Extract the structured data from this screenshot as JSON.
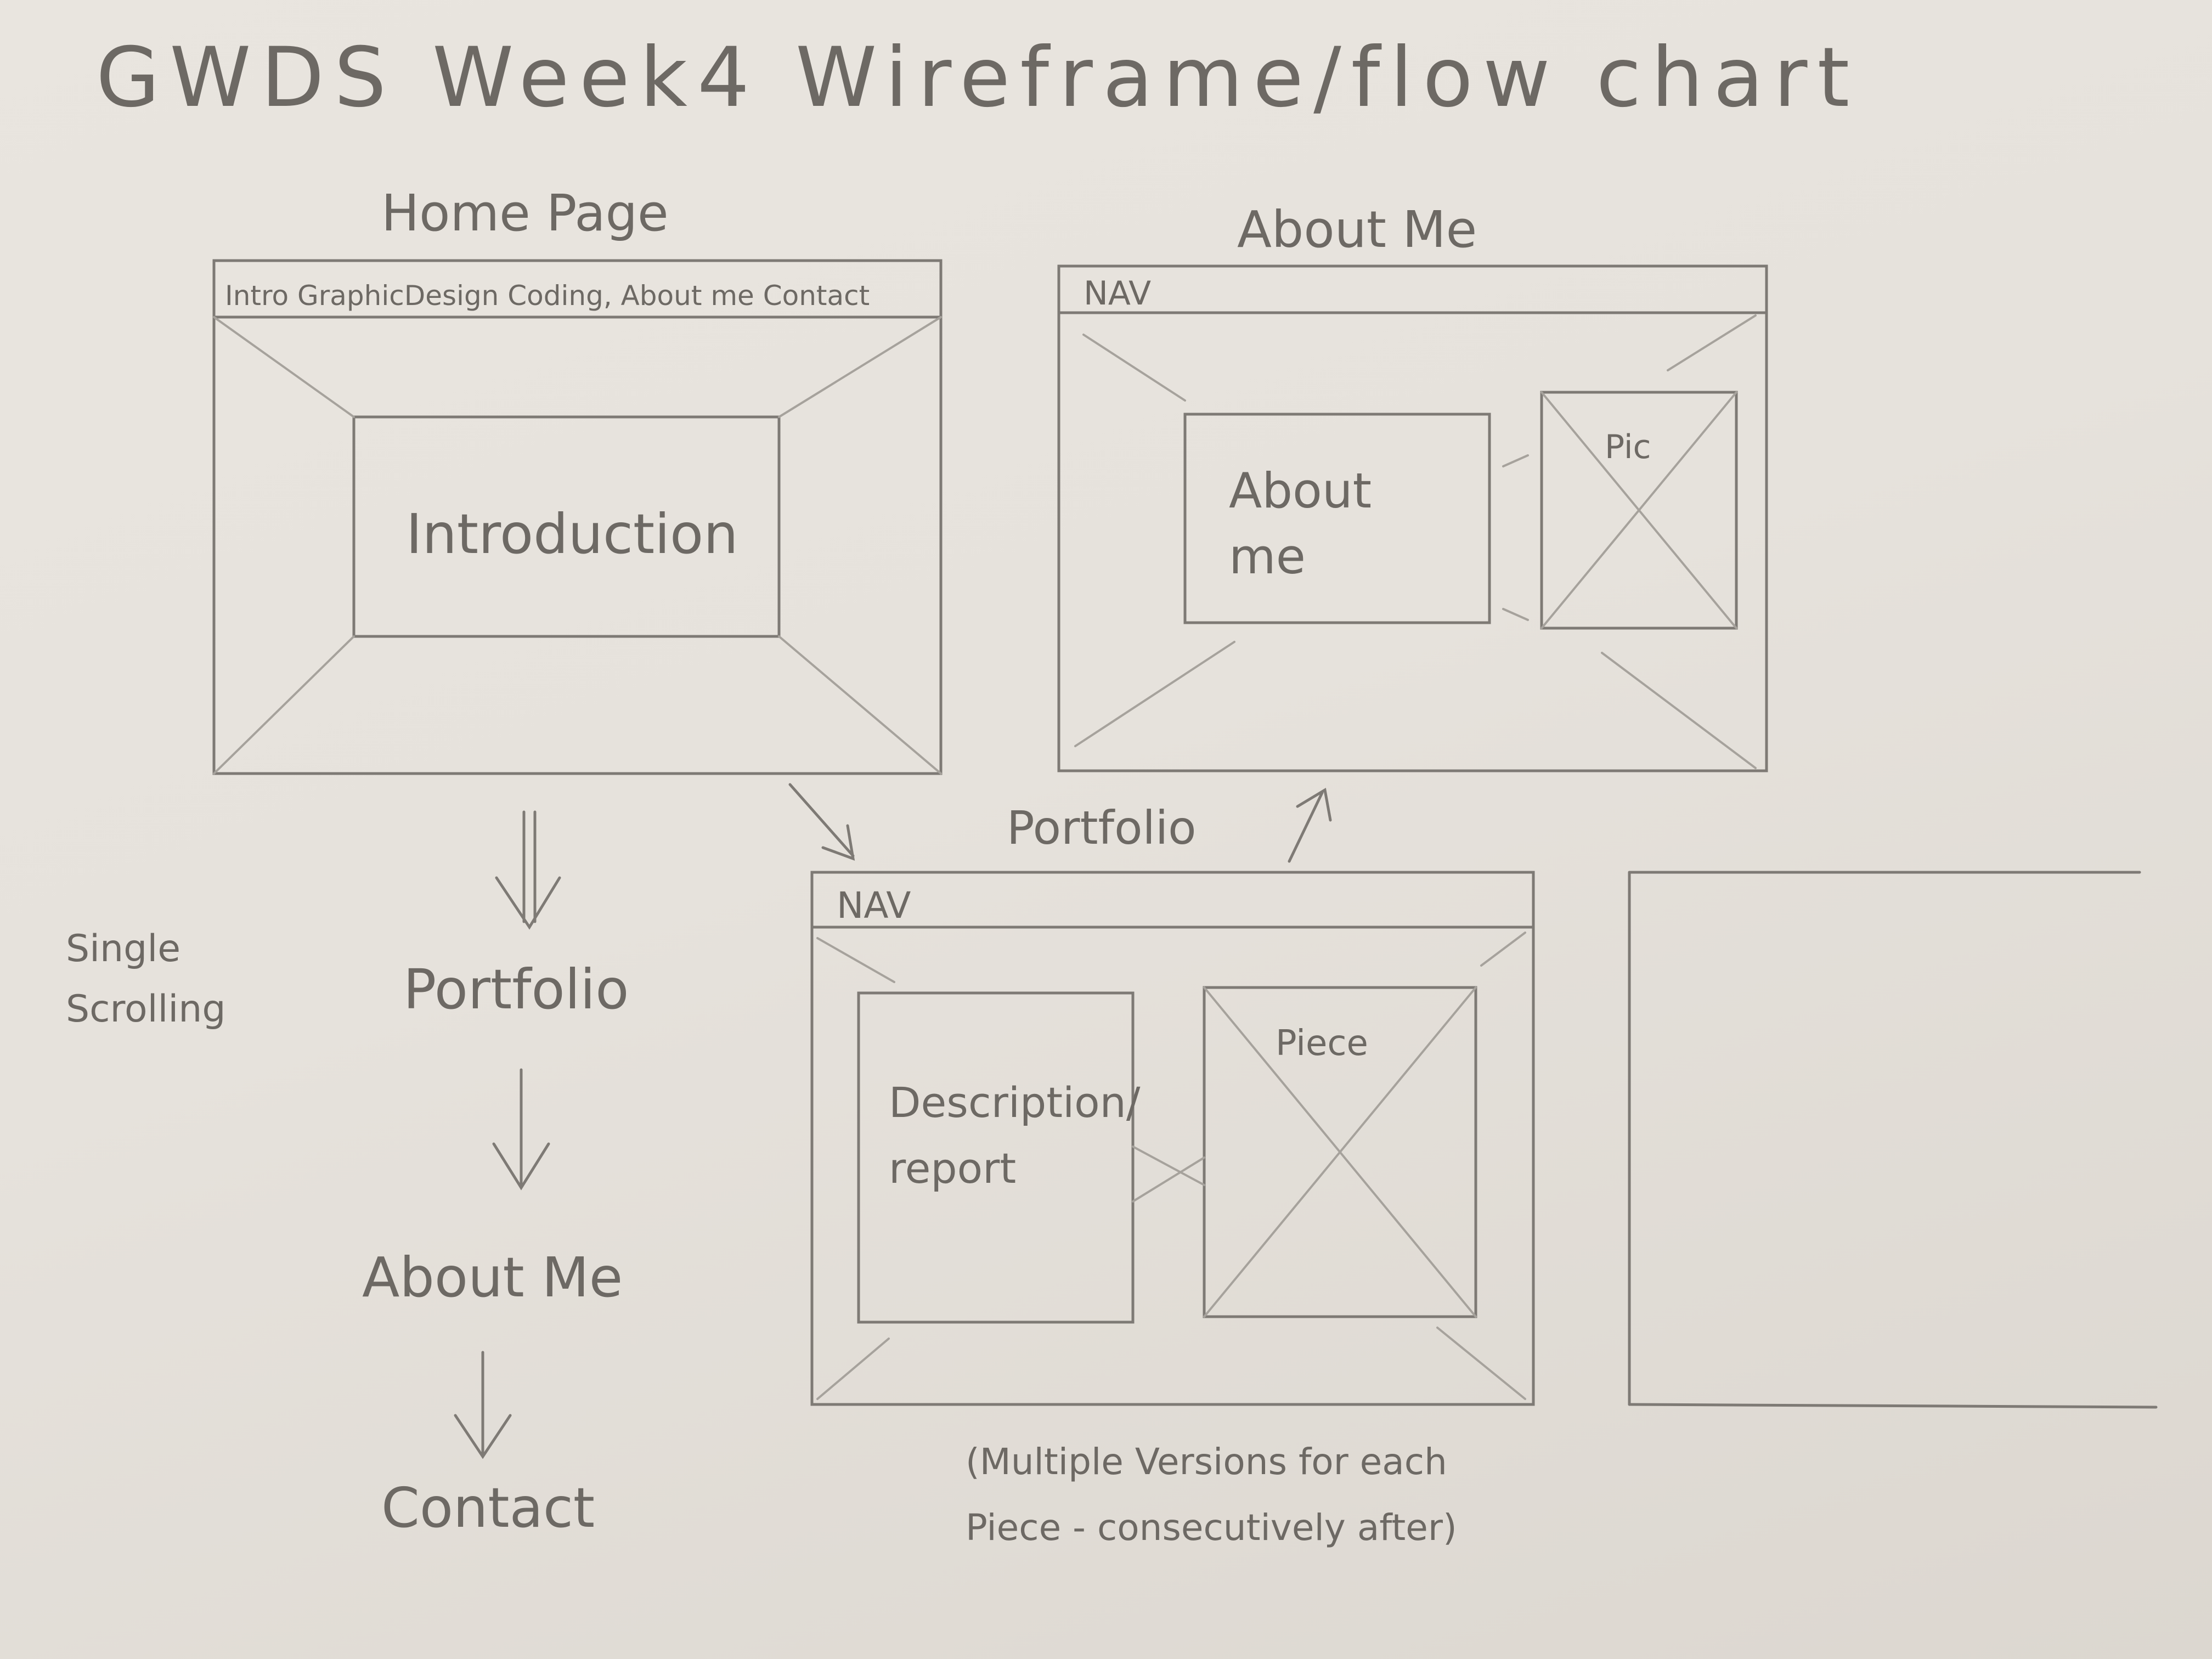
{
  "title": "GWDS Week4 Wireframe/flow chart",
  "home_page": {
    "label": "Home Page",
    "nav": "Intro GraphicDesign Coding, About me Contact",
    "content": "Introduction"
  },
  "about_page": {
    "label": "About Me",
    "nav": "NAV",
    "content": "About me",
    "pic": "Pic"
  },
  "portfolio_page": {
    "label": "Portfolio",
    "nav": "NAV",
    "description": "Description/ report",
    "piece": "Piece",
    "note": "(Multiple Versions for each Piece - consecutively after)"
  },
  "flow": {
    "side_note": "Single Scrolling",
    "steps": [
      "Portfolio",
      "About Me",
      "Contact"
    ]
  }
}
